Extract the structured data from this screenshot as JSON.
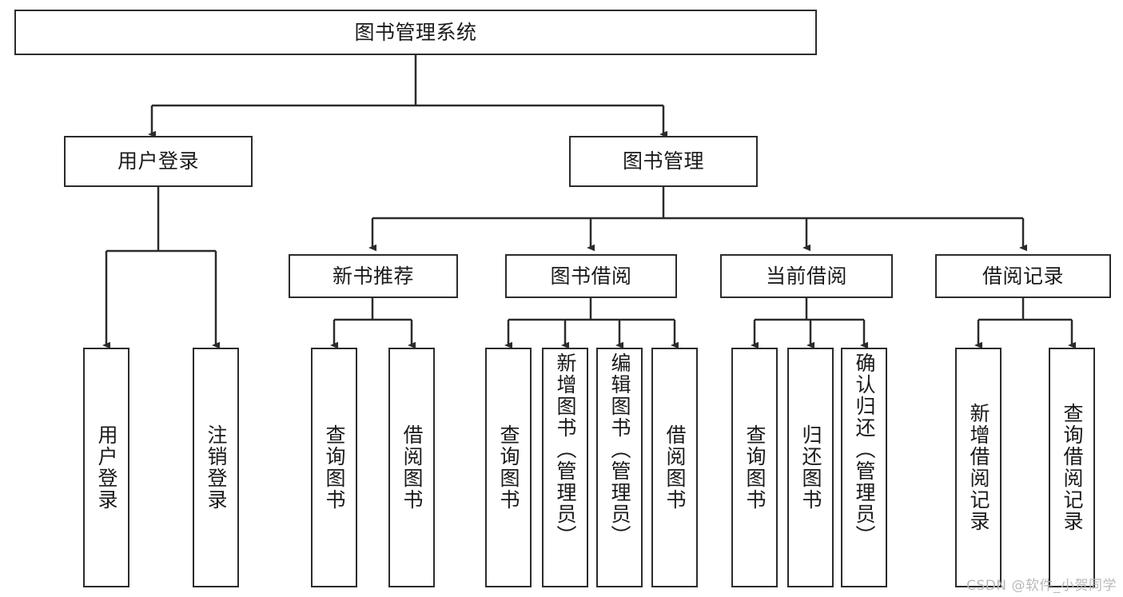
{
  "diagram": {
    "title": "图书管理系统",
    "type": "hierarchy-tree",
    "colors": {
      "stroke": "#2b2b2b",
      "fill": "#ffffff",
      "text": "#1a1a1a",
      "watermark": "#b9b9b9"
    },
    "levels": {
      "root": "图书管理系统",
      "level2": [
        "用户登录",
        "图书管理"
      ],
      "level3": [
        "新书推荐",
        "图书借阅",
        "当前借阅",
        "借阅记录"
      ]
    },
    "nodes": {
      "root": {
        "label": "图书管理系统"
      },
      "user_login": {
        "label": "用户登录"
      },
      "book_manage": {
        "label": "图书管理"
      },
      "new_book_recommend": {
        "label": "新书推荐"
      },
      "book_borrow": {
        "label": "图书借阅"
      },
      "current_borrow": {
        "label": "当前借阅"
      },
      "borrow_record": {
        "label": "借阅记录"
      },
      "leaf_user_login": {
        "label": "用户登录"
      },
      "leaf_logout_login": {
        "label": "注销登录"
      },
      "leaf_query_book_1": {
        "label": "查询图书"
      },
      "leaf_borrow_book_1": {
        "label": "借阅图书"
      },
      "leaf_query_book_2": {
        "label": "查询图书"
      },
      "leaf_add_book_admin": {
        "label": "新增图书（管理员）"
      },
      "leaf_edit_book_admin": {
        "label": "编辑图书（管理员）"
      },
      "leaf_borrow_book_2": {
        "label": "借阅图书"
      },
      "leaf_query_book_3": {
        "label": "查询图书"
      },
      "leaf_return_book": {
        "label": "归还图书"
      },
      "leaf_confirm_return_admin": {
        "label": "确认归还（管理员）"
      },
      "leaf_add_borrow_record": {
        "label": "新增借阅记录"
      },
      "leaf_query_borrow_record": {
        "label": "查询借阅记录"
      }
    },
    "watermark": "CSDN @软件_小贺同学"
  }
}
